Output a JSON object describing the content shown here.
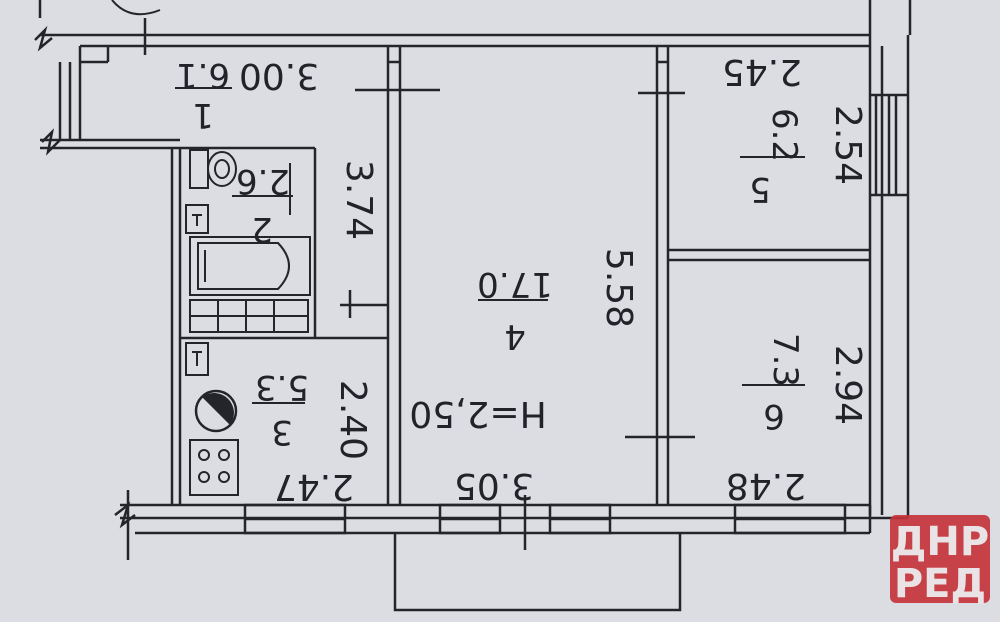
{
  "rooms": [
    {
      "number": "1",
      "area": "6.1",
      "dimension": "3.00"
    },
    {
      "number": "2",
      "area": "2.6"
    },
    {
      "number": "3",
      "area": "5.3",
      "dimension_width": "2.40",
      "dimension_length": "2.47"
    },
    {
      "number": "4",
      "area": "17.0",
      "dimension_width": "3.05",
      "dimension_length": "5.58",
      "ceiling_height": "H=2,50"
    },
    {
      "number": "5",
      "area": "6.2",
      "dimension_width": "2.45",
      "dimension_length": "2.54"
    },
    {
      "number": "6",
      "area": "7.3",
      "dimension_width": "2.48",
      "dimension_length": "2.94"
    }
  ],
  "corridor_dimension": "3.74",
  "watermark": {
    "line1": "ДНР",
    "line2": "РЕД",
    "color": "#c3343b"
  },
  "colors": {
    "paper": "#dcdde3",
    "ink": "#222229"
  }
}
